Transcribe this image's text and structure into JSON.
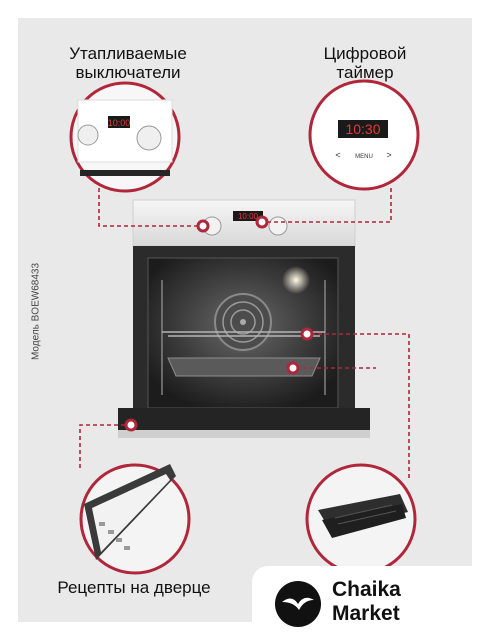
{
  "callouts": {
    "switches": {
      "line1": "Утапливаемые",
      "line2": "выключатели"
    },
    "timer": {
      "line1": "Цифровой",
      "line2": "таймер"
    },
    "door": "Рецепты на дверце"
  },
  "model_label": "Модель BOEW68433",
  "timer_display": "10:30",
  "small_display": "10:00",
  "timer_controls": {
    "left": "<",
    "menu": "MENU",
    "right": ">"
  },
  "brand": {
    "line1": "Chaika",
    "line2": "Market"
  },
  "colors": {
    "accent": "#b0263a",
    "background": "#e9e9e9",
    "oven_dark": "#2b2b2b"
  }
}
